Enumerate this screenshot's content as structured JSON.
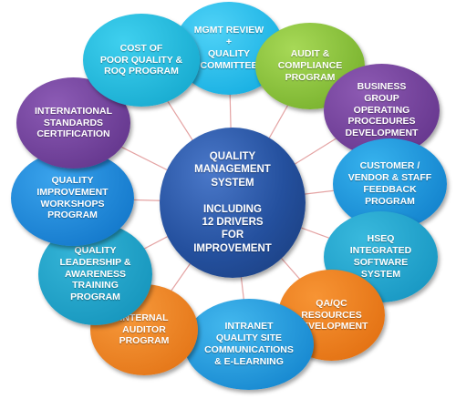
{
  "center": {
    "lines": [
      "QUALITY",
      "MANAGEMENT",
      "SYSTEM",
      "",
      "INCLUDING",
      "12 DRIVERS",
      "FOR",
      "IMPROVEMENT"
    ]
  },
  "drivers": [
    {
      "lines": [
        "MGMT REVIEW",
        "+",
        "QUALITY",
        "COMMITTEE"
      ],
      "color": "#0aa7dd"
    },
    {
      "lines": [
        "AUDIT &",
        "COMPLIANCE",
        "PROGRAM"
      ],
      "color": "#6ea924"
    },
    {
      "lines": [
        "BUSINESS",
        "GROUP",
        "OPERATING",
        "PROCEDURES",
        "DEVELOPMENT"
      ],
      "color": "#5e2f86"
    },
    {
      "lines": [
        "CUSTOMER /",
        "VENDOR & STAFF",
        "FEEDBACK",
        "PROGRAM"
      ],
      "color": "#0b78c6"
    },
    {
      "lines": [
        "HSEQ",
        "INTEGRATED",
        "SOFTWARE",
        "SYSTEM"
      ],
      "color": "#1190bd"
    },
    {
      "lines": [
        "QA/QC",
        "RESOURCES",
        "DEVELOPMENT"
      ],
      "color": "#df6a0c"
    },
    {
      "lines": [
        "INTRANET",
        "QUALITY SITE",
        "COMMUNICATIONS",
        "& E-LEARNING"
      ],
      "color": "#0d7dc9"
    },
    {
      "lines": [
        "INTERNAL",
        "AUDITOR",
        "PROGRAM"
      ],
      "color": "#e06e10"
    },
    {
      "lines": [
        "QUALITY",
        "LEADERSHIP &",
        "AWARENESS",
        "TRAINING",
        "PROGRAM"
      ],
      "color": "#0f8fb7"
    },
    {
      "lines": [
        "QUALITY",
        "IMPROVEMENT",
        "WORKSHOPS",
        "PROGRAM"
      ],
      "color": "#0b6fc4"
    },
    {
      "lines": [
        "INTERNATIONAL",
        "STANDARDS",
        "CERTIFICATION"
      ],
      "color": "#5c2f85"
    },
    {
      "lines": [
        "COST OF",
        "POOR QUALITY &",
        "ROQ PROGRAM"
      ],
      "color": "#0fa3c9"
    }
  ],
  "connector_color": "#e4a3a3"
}
